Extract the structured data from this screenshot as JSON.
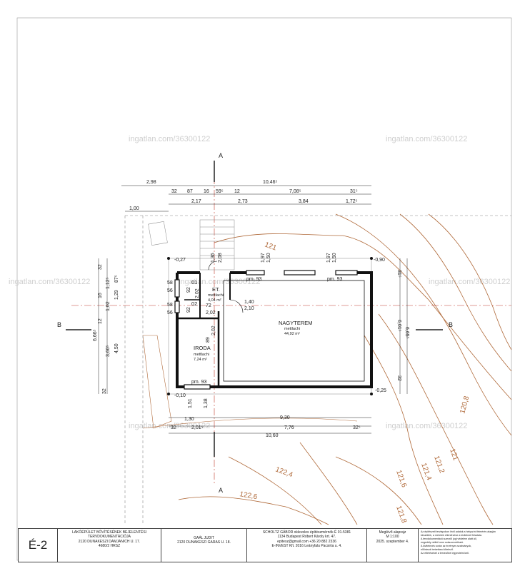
{
  "watermarks": {
    "top": "ingatlan.com/36300122",
    "mid": "ingatlan.com/36300122",
    "low": "ingatlan.com/36300122"
  },
  "section_marks": {
    "a_top": "A",
    "a_bottom": "A",
    "b_left": "B",
    "b_right": "B"
  },
  "dims_top": {
    "d_298": "2,98",
    "d_1046": "10,46⁵",
    "d_32": "32",
    "d_87": "87",
    "d_16": "16",
    "d_59": "59⁵",
    "d_12": "12",
    "d_708": "7,08⁵",
    "d_31": "31⁵",
    "d_217": "2,17",
    "d_273": "2,73",
    "d_384": "3,84",
    "d_172": "1,72⁵",
    "d_100": "1,00"
  },
  "dims_left": {
    "d_32a": "32",
    "d_112": "1,12⁵",
    "d_87": "87⁵",
    "d_16": "16",
    "d_102": "1,02",
    "d_12": "12",
    "d_129": "1,29",
    "d_666": "6,66⁵",
    "d_360": "3,60⁵",
    "d_450": "4,50",
    "d_32b": "32"
  },
  "dims_right": {
    "d_31": "31⁵",
    "d_601": "6,01⁵",
    "d_665": "6,65⁵",
    "d_32": "32"
  },
  "dims_bottom": {
    "d_130": "1,30",
    "d_930": "9,30",
    "d_32a": "32",
    "d_201": "2,01⁵",
    "d_776": "7,76",
    "d_32b": "32⁵",
    "d_1060": "10,60"
  },
  "dims_inner": {
    "lvl_027": "-0,27",
    "lvl_090": "-0,90",
    "lvl_010": "-0,10",
    "lvl_025": "-0,25",
    "d_136": "1,36",
    "d_208": "2,08",
    "d_197a": "1,97",
    "d_150a": "1,50",
    "d_197b": "1,97",
    "d_150b": "1,50",
    "pm93a": "pm. 93",
    "pm93b": "pm. 93",
    "pm93c": "pm. 93",
    "d_58a": "58",
    "d_56a": "56",
    "d_58b": "58",
    "d_56b": "56",
    "d_140": "1,40",
    "d_210": "2,10",
    "d_202a": "2,02",
    "d_202b": "2,02",
    "d_72": "72",
    "d_89": "89",
    "d_202c": "2,02",
    "d_151": "1,51",
    "d_138": "1,38",
    "d_92": "92",
    "d_92b": "92"
  },
  "rooms": {
    "r01": {
      "num": "01"
    },
    "r02": {
      "num": "02"
    },
    "et": {
      "name": "ET.",
      "floor": "mettlachi",
      "area": "4,04 m²"
    },
    "nagyterem": {
      "name": "NAGYTEREM",
      "floor": "mettlachi",
      "area": "44,92 m²"
    },
    "iroda": {
      "name": "IRODA",
      "floor": "mettlachi",
      "area": "7,24 m²"
    }
  },
  "contours": {
    "c1": "121",
    "c2": "120,8",
    "c3": "121",
    "c4": "121,2",
    "c5": "121,4",
    "c6": "121,6",
    "c7": "121,8",
    "c8": "122,4",
    "c9": "122,6"
  },
  "title_block": {
    "sheet_no": "É-2",
    "project": [
      "LAKÓÉPÜLET BŐVÍTÉSÉNEK BEJELENTÉSI",
      "TERVDOKUMENTÁCIÓJA",
      "2120 DUNAKESZI DAMJANICH U. 17.",
      "4680/2 HRSZ"
    ],
    "client": [
      "GAÁL JUDIT",
      "2120 DUNAKESZI GARAS U. 18."
    ],
    "designer": [
      "SCHOLTZ GÁBOR okleveles építészmérnök  É 01-5381",
      "1134 Budapest Róbert Károly krt. 47.",
      "epitesz@gmail.com  +36 20 882 2336",
      "E-INVEST Kft. 2016 Leányfalu Pacsirta u. 4."
    ],
    "drawing": [
      "Meglévő alaprajz",
      "",
      "M 1:100",
      "2025. szeptember 4."
    ],
    "notes": [
      "Az építészeti tervlapokon lévő adatok a helyszíni felmérés alapján",
      "készültek, a méretek ellenőrzése a kivitelező feladata.",
      "A tervdokumentáció szerzői jogi védelem alatt áll,",
      "engedély nélkül nem sokszorosítható.",
      "A kivitelezés során az érvényes szabványok,",
      "előírások betartása kötelező.",
      "Az eltéréseket a tervezővel egyeztetni kell."
    ]
  },
  "colors": {
    "line": "#222222",
    "contour": "#b06a3a",
    "axis_red": "#c0392b",
    "watermark": "#cfcfcf"
  }
}
